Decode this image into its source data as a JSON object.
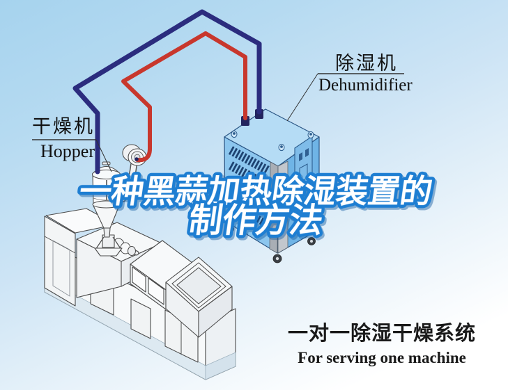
{
  "title_overlay": {
    "line1": "一种黑蒜加热除湿装置的",
    "line2": "制作方法"
  },
  "labels": {
    "hopper": {
      "zh": "干燥机",
      "en": "Hopper"
    },
    "dehumidifier": {
      "zh": "除湿机",
      "en": "Dehumidifier"
    }
  },
  "caption": {
    "zh": "一对一除湿干燥系统",
    "en": "For serving one machine"
  },
  "colors": {
    "background_top": "#a6d3ee",
    "background_bottom": "#ffffff",
    "pipe_hot_red": "#c8372d",
    "pipe_cold_blue": "#2b2c7e",
    "dehumidifier_top_face": "#b5dcf5",
    "dehumidifier_left_face": "#8cc6ee",
    "dehumidifier_right_face": "#6fb4e6",
    "louver_slat": "#1d4270",
    "title_fill": "#ffffff",
    "title_outline": "#1e7ed2",
    "label_text": "#111111",
    "caption_text": "#1a1a1a"
  }
}
